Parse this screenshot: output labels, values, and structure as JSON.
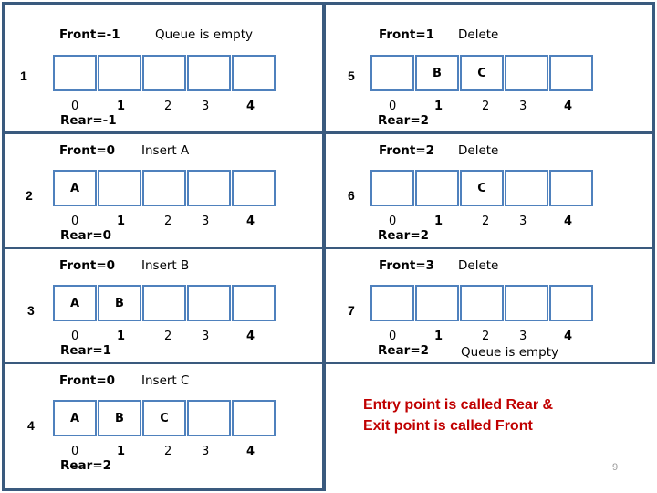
{
  "slide": {
    "page_number": "9",
    "caption_line1": "Entry point is called Rear &",
    "caption_line2": "Exit point is called Front",
    "caption_color": "#C00000",
    "cell_border_color": "#4F81BD",
    "frame_color": "#3A5A7E"
  },
  "indices": [
    "0",
    "1",
    "2",
    "3",
    "4"
  ],
  "panels": [
    {
      "step": "1",
      "front": "Front=-1",
      "operation": "Queue is empty",
      "rear": "Rear=-1",
      "note": "",
      "cells": [
        "",
        "",
        "",
        "",
        ""
      ]
    },
    {
      "step": "2",
      "front": "Front=0",
      "operation": "Insert A",
      "rear": "Rear=0",
      "note": "",
      "cells": [
        "A",
        "",
        "",
        "",
        ""
      ]
    },
    {
      "step": "3",
      "front": "Front=0",
      "operation": "Insert B",
      "rear": "Rear=1",
      "note": "",
      "cells": [
        "A",
        "B",
        "",
        "",
        ""
      ]
    },
    {
      "step": "4",
      "front": "Front=0",
      "operation": "Insert C",
      "rear": "Rear=2",
      "note": "",
      "cells": [
        "A",
        "B",
        "C",
        "",
        ""
      ]
    },
    {
      "step": "5",
      "front": "Front=1",
      "operation": "Delete",
      "rear": "Rear=2",
      "note": "",
      "cells": [
        "",
        "B",
        "C",
        "",
        ""
      ]
    },
    {
      "step": "6",
      "front": "Front=2",
      "operation": "Delete",
      "rear": "Rear=2",
      "note": "",
      "cells": [
        "",
        "",
        "C",
        "",
        ""
      ]
    },
    {
      "step": "7",
      "front": "Front=3",
      "operation": "Delete",
      "rear": "Rear=2",
      "note": "Queue is empty",
      "cells": [
        "",
        "",
        "",
        "",
        ""
      ]
    }
  ]
}
